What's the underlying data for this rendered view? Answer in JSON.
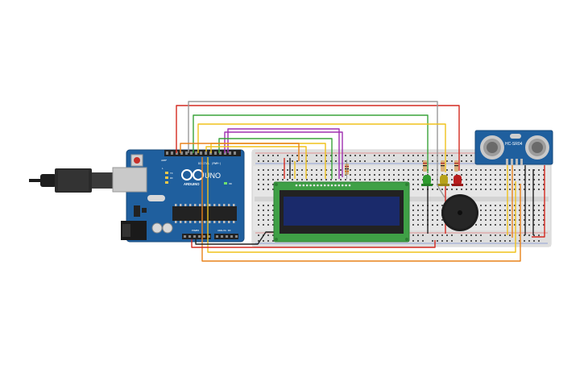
{
  "board": {
    "brand": "ARDUINO",
    "model": "UNO",
    "label_digital": "DIGITAL (PWM~)",
    "label_power": "POWER",
    "label_analog": "ANALOG IN",
    "label_aref": "AREF",
    "label_tx": "TX",
    "label_rx": "RX",
    "label_on": "ON",
    "label_l": "L"
  },
  "sensor": {
    "model": "HC-SR04"
  },
  "colors": {
    "board": "#1f5f9e",
    "breadboard": "#e6e6e6",
    "lcd_frame": "#3fa046",
    "lcd_screen": "#1a2a6b",
    "wire_red": "#d42a20",
    "wire_green": "#3aa33a",
    "wire_yellow": "#f0c21c",
    "wire_purple": "#a030b0",
    "wire_gray": "#9a9a9a",
    "wire_orange": "#e8821a",
    "wire_black": "#222222",
    "led_green": "#2e9b2e",
    "led_yellow": "#b7a21a",
    "led_red": "#b81c1c"
  }
}
